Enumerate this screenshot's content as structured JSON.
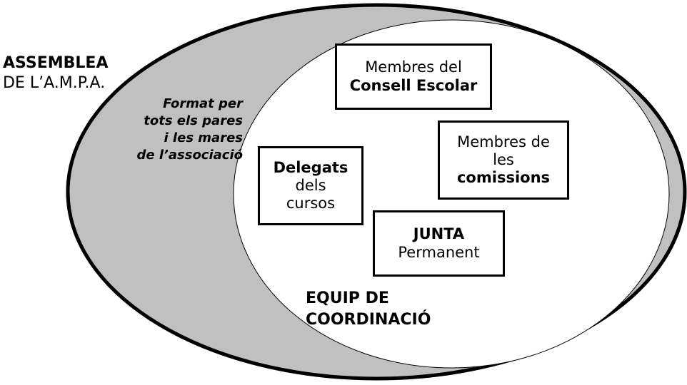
{
  "colors": {
    "outer_fill": "#c0c0c0",
    "inner_fill": "#ffffff",
    "stroke": "#000000"
  },
  "assemblea": {
    "title": "ASSEMBLEA",
    "subtitle": "DE L’A.M.P.A.",
    "description": [
      "Format per",
      "tots els pares",
      "i les mares",
      "de l’associació"
    ]
  },
  "boxes": {
    "consell": {
      "line1": "Membres del",
      "line2": "Consell Escolar"
    },
    "comissions": {
      "line1": "Membres de",
      "line2": "les",
      "line3": "comissions"
    },
    "delegats": {
      "line1": "Delegats",
      "line2": "dels",
      "line3": "cursos"
    },
    "junta": {
      "line1": "JUNTA",
      "line2": "Permanent"
    }
  },
  "equip": {
    "line1": "EQUIP DE",
    "line2": "COORDINACIÓ"
  }
}
